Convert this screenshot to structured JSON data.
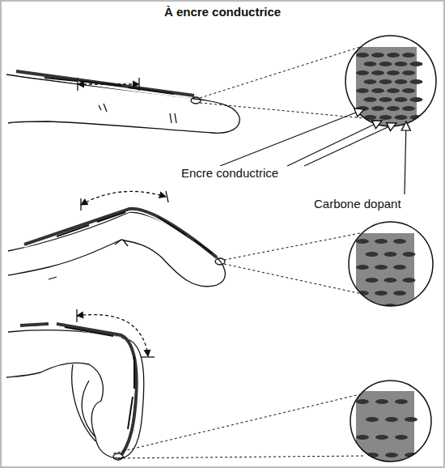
{
  "diagram": {
    "title": "À encre conductrice",
    "labels": [
      "Encre conductrice",
      "Carbone dopant"
    ]
  }
}
